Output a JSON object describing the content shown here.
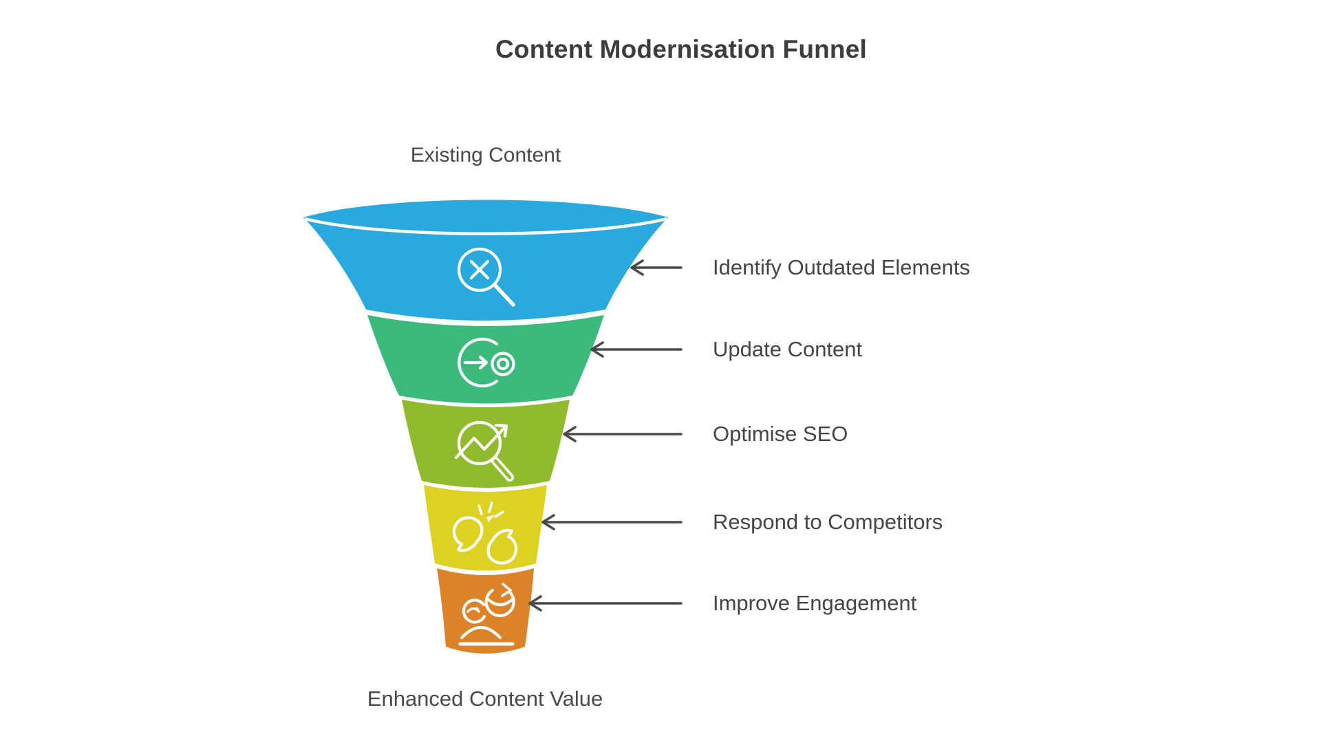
{
  "title": "Content Modernisation Funnel",
  "funnel": {
    "top_label": "Existing Content",
    "bottom_label": "Enhanced Content Value",
    "steps": [
      {
        "label": "Identify Outdated Elements",
        "color": "#29a9dd",
        "icon": "search-x-icon"
      },
      {
        "label": "Update Content",
        "color": "#3cba7c",
        "icon": "arrow-target-icon"
      },
      {
        "label": "Optimise SEO",
        "color": "#91bb2f",
        "icon": "chart-magnifier-icon"
      },
      {
        "label": "Respond to Competitors",
        "color": "#ddd123",
        "icon": "boxing-gloves-icon"
      },
      {
        "label": "Improve Engagement",
        "color": "#dc8329",
        "icon": "person-refresh-icon"
      }
    ],
    "colors": {
      "arrow": "#4a4a4a",
      "label_text": "#454545",
      "title_text": "#3d3d3d"
    }
  }
}
